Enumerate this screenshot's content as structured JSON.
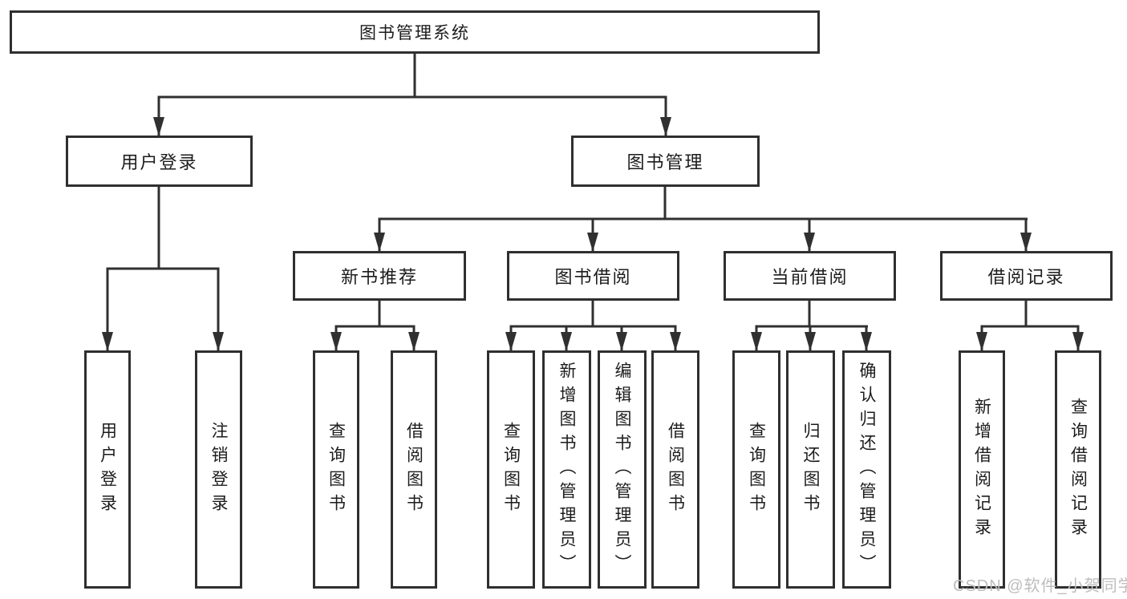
{
  "colors": {
    "line": "#303030",
    "box_border": "#2f2f2f",
    "text": "#1c1c1c",
    "watermark": "#bdbdbd",
    "background": "#ffffff"
  },
  "diagram": {
    "root_label": "图书管理系统",
    "level1": [
      {
        "label": "用户登录"
      },
      {
        "label": "图书管理"
      }
    ],
    "level2": [
      {
        "label": "新书推荐"
      },
      {
        "label": "图书借阅"
      },
      {
        "label": "当前借阅"
      },
      {
        "label": "借阅记录"
      }
    ],
    "leaves": {
      "user_login": [
        "用户登录",
        "注销登录"
      ],
      "new_book_recommend": [
        "查询图书",
        "借阅图书"
      ],
      "book_borrow": [
        "查询图书",
        "新增图书（管理员）",
        "编辑图书（管理员）",
        "借阅图书"
      ],
      "current_borrow": [
        "查询图书",
        "归还图书",
        "确认归还（管理员）"
      ],
      "borrow_records": [
        "新增借阅记录",
        "查询借阅记录"
      ]
    }
  },
  "watermark": {
    "text": "CSDN @软件_小贺同学"
  }
}
